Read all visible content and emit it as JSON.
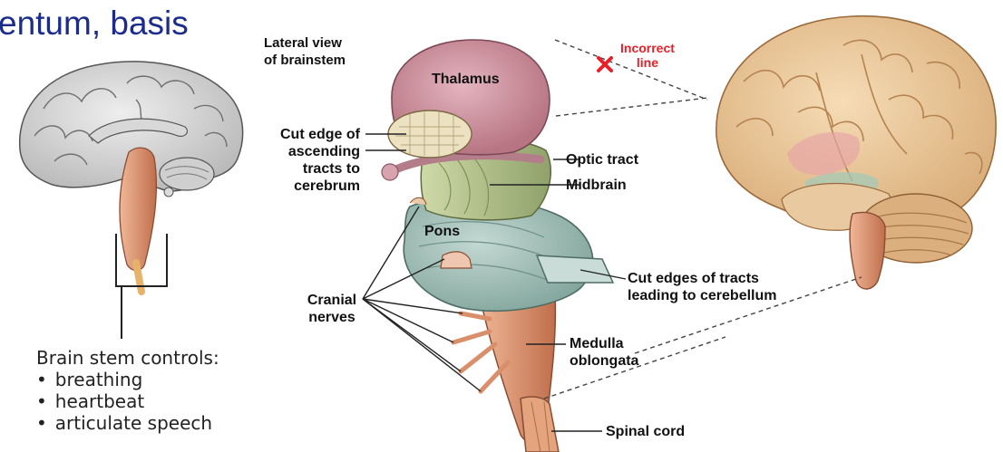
{
  "slide_title": "entum, basis",
  "controls": {
    "heading": "Brain stem controls:",
    "items": [
      "breathing",
      "heartbeat",
      "articulate speech"
    ]
  },
  "figure": {
    "title_line1": "Lateral view",
    "title_line2": "of brainstem",
    "labels": {
      "thalamus": "Thalamus",
      "pons": "Pons",
      "cut_edge_1": "Cut edge of",
      "cut_edge_2": "ascending",
      "cut_edge_3": "tracts to",
      "cut_edge_4": "cerebrum",
      "optic_tract": "Optic tract",
      "midbrain": "Midbrain",
      "cut_edges_tracts_1": "Cut edges of tracts",
      "cut_edges_tracts_2": "leading to cerebellum",
      "cranial_1": "Cranial",
      "cranial_2": "nerves",
      "medulla_1": "Medulla",
      "medulla_2": "oblongata",
      "spinal_cord": "Spinal cord"
    },
    "annotation": {
      "line1": "Incorrect",
      "line2": "line",
      "mark": "X"
    }
  },
  "colors": {
    "title_blue": "#1b2c8c",
    "annotation_red": "#e8202a",
    "thalamus_pink": "#c98a98",
    "midbrain_green": "#a9bb84",
    "pons_teal": "#9dbcb4",
    "medulla_orange": "#d98c6a",
    "cortex_tan": "#e8c9a0"
  }
}
